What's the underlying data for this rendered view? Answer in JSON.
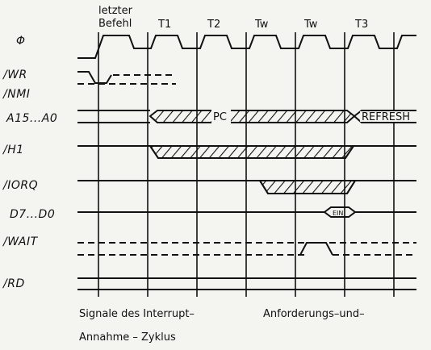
{
  "phases": {
    "previous": [
      "letzter",
      "Befehl"
    ],
    "t1": "T1",
    "t2": "T2",
    "tw1": "Tw",
    "tw2": "Tw",
    "t3": "T3"
  },
  "signals": {
    "clock": "Φ",
    "wr": "/WR",
    "nmi": "/NMI",
    "address": "A15...A0",
    "h1": "/H1",
    "iorq": "/IORQ",
    "data": "D7...D0",
    "wait": "/WAIT",
    "rd": "/RD"
  },
  "bus_values": {
    "pc": "PC",
    "refresh": "REFRESH",
    "data_in": "EIN"
  },
  "caption": {
    "line1_left": "Signale des Interrupt–",
    "line1_right": "Anforderungs–und–",
    "line2": "Annahme – Zyklus"
  },
  "colors": {
    "ink": "#111111",
    "paper": "#f4f4f1"
  }
}
